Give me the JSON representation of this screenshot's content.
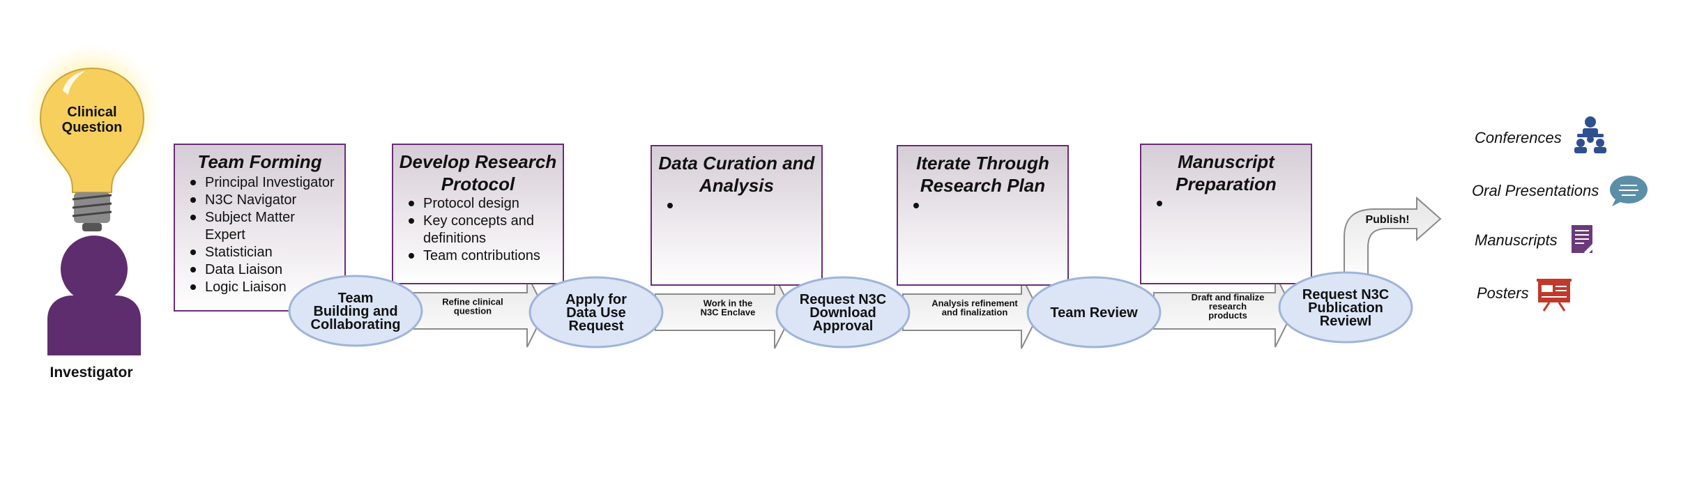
{
  "lightbulb": {
    "line1": "Clinical",
    "line2": "Question"
  },
  "investigator": {
    "label": "Investigator"
  },
  "boxes": [
    {
      "title": [
        "Team Forming"
      ],
      "bullets": [
        [
          "Principal Investigator"
        ],
        [
          "N3C Navigator"
        ],
        [
          "Subject Matter",
          "Expert"
        ],
        [
          "Statistician"
        ],
        [
          "Data Liaison"
        ],
        [
          "Logic Liaison"
        ]
      ]
    },
    {
      "title": [
        "Develop Research",
        "Protocol"
      ],
      "bullets": [
        [
          "Protocol design"
        ],
        [
          "Key concepts and",
          "definitions"
        ],
        [
          "Team contributions"
        ]
      ]
    },
    {
      "title": [
        "Data Curation and",
        "Analysis"
      ],
      "bullets": [
        [
          ""
        ]
      ]
    },
    {
      "title": [
        "Iterate Through",
        "Research Plan"
      ],
      "bullets": [
        [
          ""
        ]
      ]
    },
    {
      "title": [
        "Manuscript",
        "Preparation"
      ],
      "bullets": [
        [
          ""
        ]
      ]
    }
  ],
  "steps": [
    [
      "Team",
      "Building and",
      "Collaborating"
    ],
    [
      "Apply for",
      "Data Use",
      "Request"
    ],
    [
      "Request N3C",
      "Download",
      "Approval"
    ],
    [
      "Team Review"
    ],
    [
      "Request N3C",
      "Publication",
      "Reviewl"
    ]
  ],
  "arrow_labels": [
    [
      "Refine  clinical",
      "question"
    ],
    [
      "Work in the",
      "N3C Enclave"
    ],
    [
      "Analysis refinement",
      "and  finalization"
    ],
    [
      "Draft and finalize",
      "research",
      "products"
    ]
  ],
  "publish_label": "Publish!",
  "outputs": [
    {
      "label": "Conferences",
      "icon": "conference-icon",
      "color": "#2f4f8f"
    },
    {
      "label": "Oral Presentations",
      "icon": "speech-bubble-icon",
      "color": "#5b8fa8"
    },
    {
      "label": "Manuscripts",
      "icon": "manuscript-icon",
      "color": "#6b3a7a"
    },
    {
      "label": "Posters",
      "icon": "poster-icon",
      "color": "#c0392b"
    }
  ],
  "colors": {
    "box_border": "#6a2c78",
    "ellipse_fill": "#dbe5f6",
    "ellipse_stroke": "#9fb4d8",
    "bulb": "#f6cf5d",
    "person": "#5e2d6e"
  }
}
